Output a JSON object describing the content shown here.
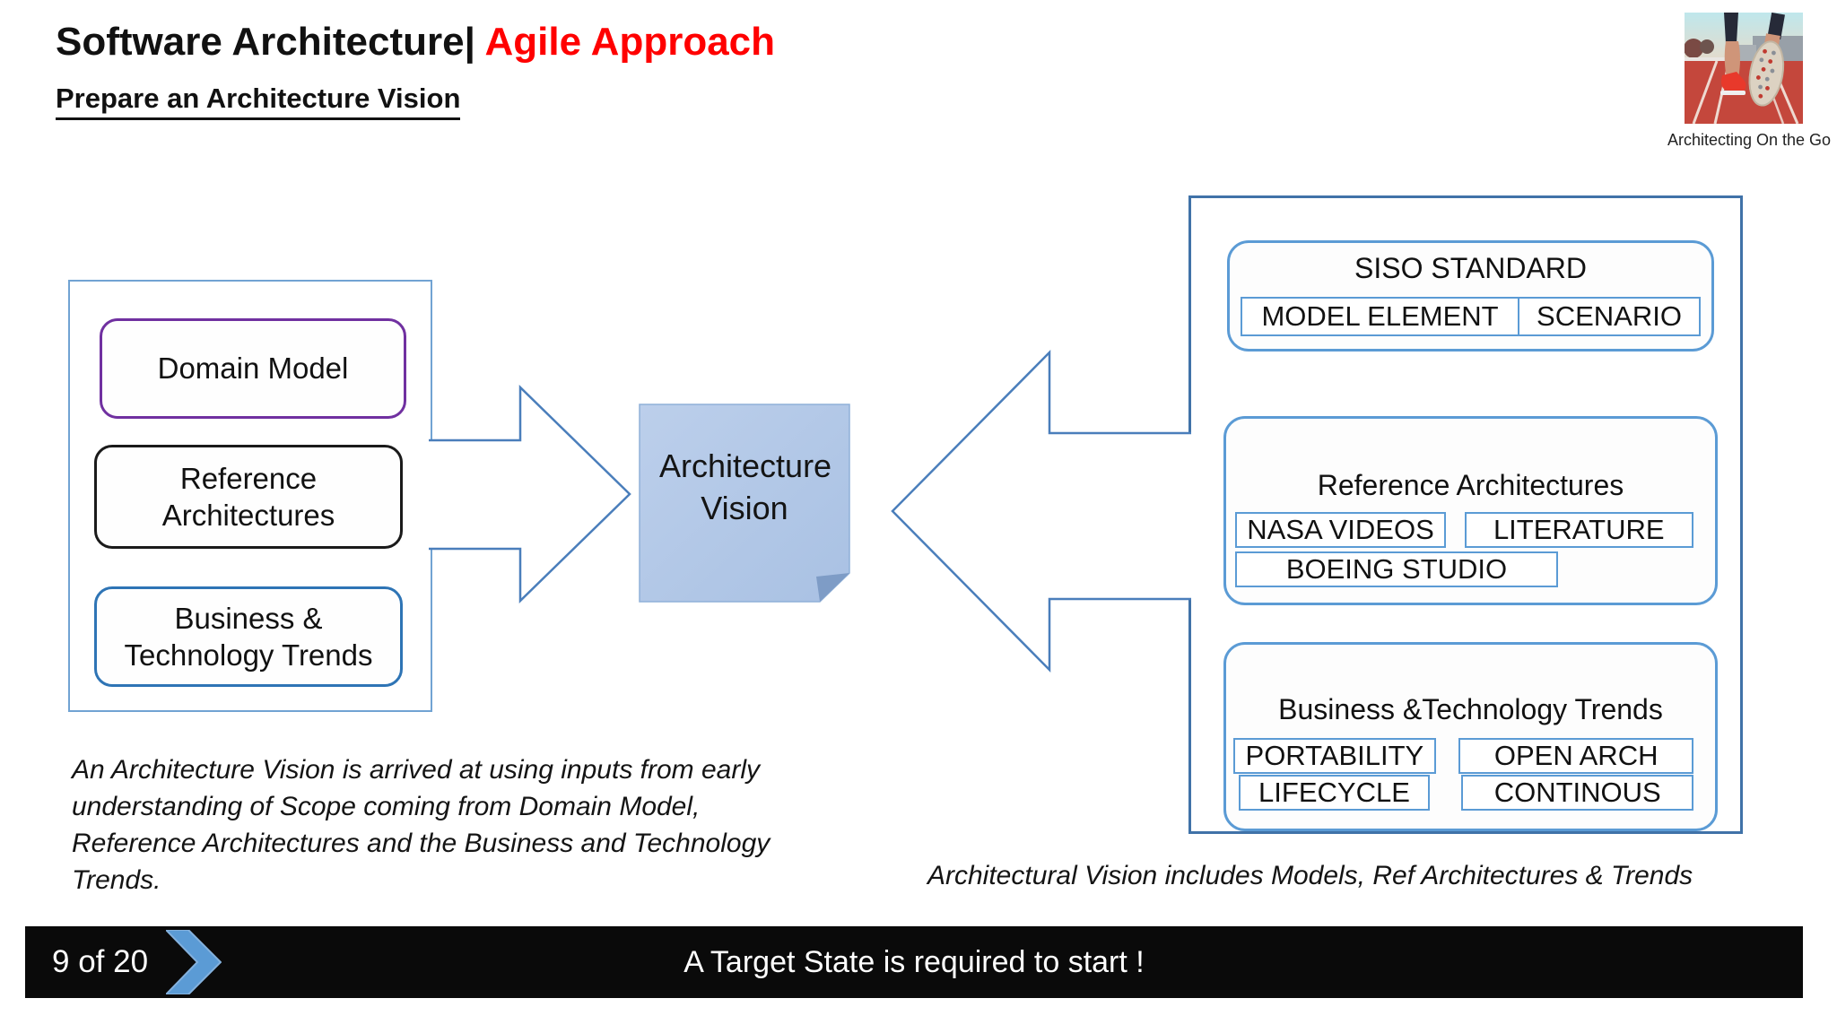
{
  "header": {
    "title_black": "Software Architecture|",
    "title_red": "Agile Approach",
    "subtitle": "Prepare an Architecture Vision"
  },
  "logo": {
    "caption": "Architecting On the Go",
    "icon": "runner-on-track-photo"
  },
  "left_panel": {
    "boxes": [
      {
        "label": "Domain Model",
        "border_color": "#7030A0"
      },
      {
        "label": "Reference Architectures",
        "border_color": "#1A1A1A"
      },
      {
        "label": "Business & Technology Trends",
        "border_color": "#2E74B5"
      }
    ]
  },
  "center": {
    "sticky_note_label": "Architecture Vision"
  },
  "right_panel": {
    "groups": [
      {
        "title": "SISO STANDARD",
        "rows": [
          [
            "MODEL ELEMENT",
            "SCENARIO"
          ]
        ]
      },
      {
        "title": "Reference Architectures",
        "rows": [
          [
            "NASA VIDEOS",
            "LITERATURE"
          ],
          [
            "BOEING STUDIO"
          ]
        ]
      },
      {
        "title": "Business &Technology Trends",
        "rows": [
          [
            "PORTABILITY",
            "OPEN ARCH"
          ],
          [
            "LIFECYCLE",
            "CONTINOUS"
          ]
        ]
      }
    ]
  },
  "annotations": {
    "left_note": "An Architecture Vision is arrived at using inputs from early understanding of Scope coming from Domain Model, Reference Architectures and the Business and Technology Trends.",
    "right_note": "Architectural Vision includes Models, Ref Architectures & Trends"
  },
  "footer": {
    "page_indicator": "9 of  20",
    "message": "A Target State is required to start !",
    "chevron_icon": "chevron-right"
  },
  "colors": {
    "accent_red": "#FF0000",
    "panel_border_light": "#71A3D3",
    "panel_border_dark": "#4072A8",
    "group_border": "#5B9BD5",
    "domain_border": "#7030A0",
    "business_border": "#2E74B5",
    "sticky_fill": "#B5C9E6",
    "sticky_fold": "#7E9CC6",
    "arrow_stroke": "#4A7EBB",
    "chevron_fill": "#5B9BD5",
    "footer_bg": "#0A0A0A"
  }
}
